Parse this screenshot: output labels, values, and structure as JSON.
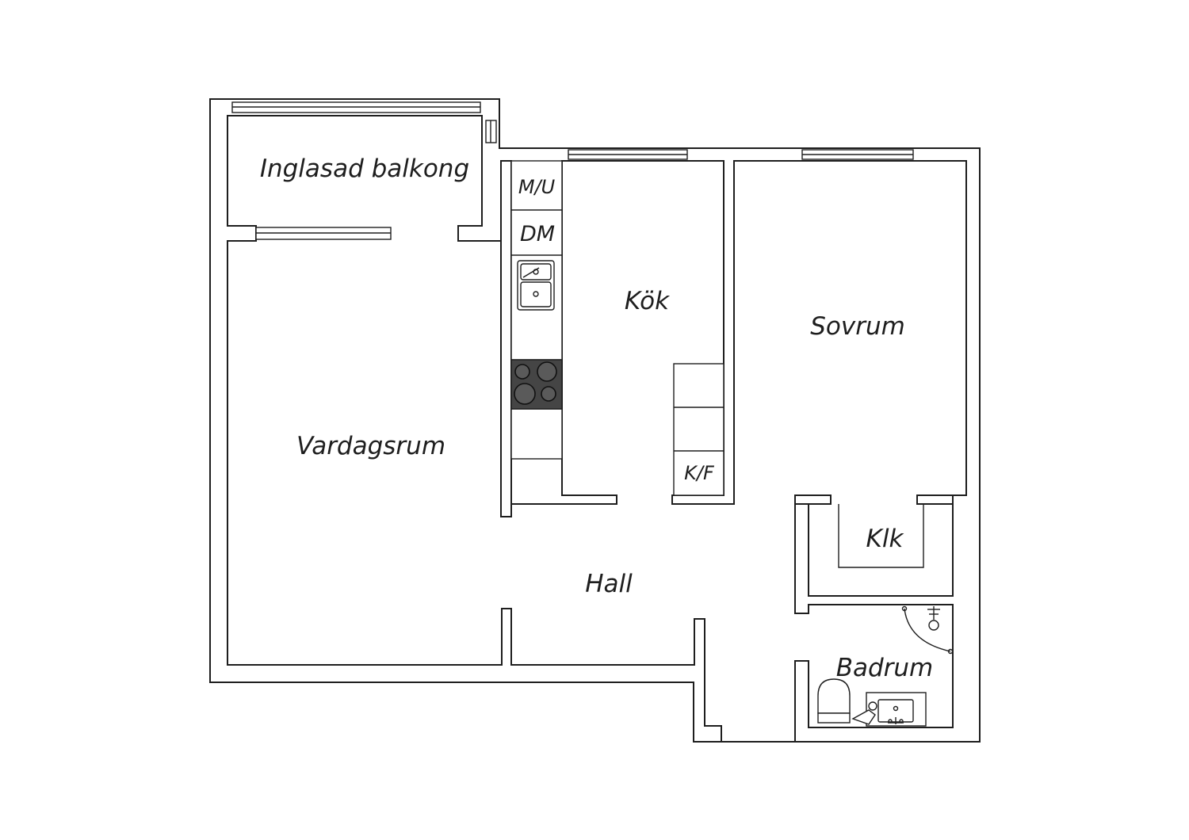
{
  "rooms": {
    "balcony": "Inglasad balkong",
    "living_room": "Vardagsrum",
    "kitchen": "Kök",
    "bedroom": "Sovrum",
    "hall": "Hall",
    "closet": "Klk",
    "bathroom": "Badrum"
  },
  "appliances": {
    "washer": "M/U",
    "dishwasher": "DM",
    "fridge_freezer": "K/F"
  }
}
